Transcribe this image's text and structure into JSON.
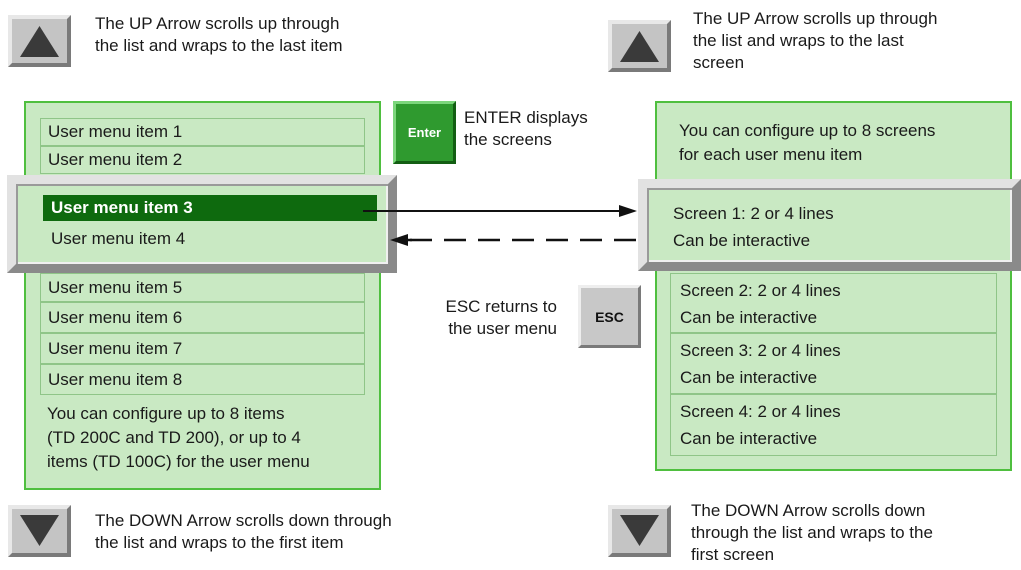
{
  "top_left_caption": [
    "The UP Arrow scrolls up through",
    "the list and wraps to the last item"
  ],
  "top_right_caption": [
    "The UP Arrow scrolls up through",
    "the list and wraps to the last",
    "screen"
  ],
  "bottom_left_caption": [
    "The DOWN Arrow scrolls down through",
    "the list and wraps to the first item"
  ],
  "bottom_right_caption": [
    "The DOWN Arrow scrolls down",
    "through the list and wraps to the",
    "first screen"
  ],
  "enter_key_label": "Enter",
  "enter_caption": [
    "ENTER displays",
    "the screens"
  ],
  "esc_key_label": "ESC",
  "esc_caption": [
    "ESC returns to",
    "the user menu"
  ],
  "menu_items": [
    "User menu item 1",
    "User menu item 2",
    "User menu item 3",
    "User menu item 4",
    "User menu item 5",
    "User menu item 6",
    "User menu item 7",
    "User menu item 8"
  ],
  "menu_note": [
    "You can configure up to 8 items",
    "(TD 200C and TD 200), or up to 4",
    "items (TD 100C) for the user menu"
  ],
  "screens_note": [
    "You can configure up to 8 screens",
    "for each user menu item"
  ],
  "screens": [
    {
      "line1": "Screen 1: 2 or 4 lines",
      "line2": "Can be interactive"
    },
    {
      "line1": "Screen 2: 2 or 4 lines",
      "line2": "Can be interactive"
    },
    {
      "line1": "Screen 3: 2 or 4 lines",
      "line2": "Can be interactive"
    },
    {
      "line1": "Screen 4: 2 or 4 lines",
      "line2": "Can be interactive"
    }
  ],
  "colors": {
    "panel_fill": "#c9e9c3",
    "panel_border": "#4fbf3f",
    "selected_item_fill": "#0e6a0e",
    "enter_key": "#2f9a2f",
    "arrow_key": "#c4c4c4"
  }
}
